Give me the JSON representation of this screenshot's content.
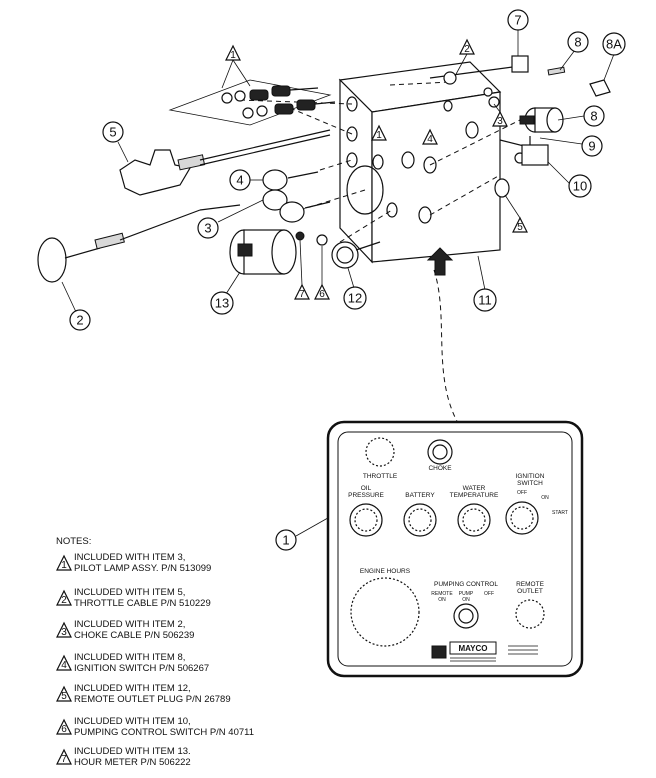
{
  "callouts": [
    "1",
    "2",
    "3",
    "4",
    "5",
    "6",
    "7",
    "8",
    "8A",
    "9",
    "10",
    "11",
    "12",
    "13"
  ],
  "triangle_refs": [
    "1",
    "2",
    "3",
    "4",
    "5",
    "6",
    "7"
  ],
  "panel": {
    "throttle": "THROTTLE",
    "choke": "CHOKE",
    "ignition_switch": [
      "IGNITION",
      "SWITCH"
    ],
    "ign_off": "OFF",
    "ign_on": "ON",
    "ign_start": "START",
    "oil_pressure": [
      "OIL",
      "PRESSURE"
    ],
    "battery": "BATTERY",
    "water_temperature": [
      "WATER",
      "TEMPERATURE"
    ],
    "engine_hours": "ENGINE HOURS",
    "pumping_control": "PUMPING CONTROL",
    "pc_remote": [
      "REMOTE",
      "ON"
    ],
    "pc_pump": [
      "PUMP",
      "ON"
    ],
    "pc_off": "OFF",
    "remote_outlet": [
      "REMOTE",
      "OUTLET"
    ],
    "brand": "MAYCO"
  },
  "notes": {
    "heading": "NOTES:",
    "items": [
      {
        "ref": "1",
        "line1": "INCLUDED WITH ITEM 3,",
        "line2": "PILOT LAMP ASSY. P/N 513099"
      },
      {
        "ref": "2",
        "line1": "INCLUDED WITH ITEM 5,",
        "line2": "THROTTLE CABLE P/N 510229"
      },
      {
        "ref": "3",
        "line1": "INCLUDED WITH ITEM 2,",
        "line2": "CHOKE CABLE P/N 506239"
      },
      {
        "ref": "4",
        "line1": "INCLUDED WITH ITEM 8,",
        "line2": "IGNITION SWITCH P/N 506267"
      },
      {
        "ref": "5",
        "line1": "INCLUDED WITH ITEM 12,",
        "line2": "REMOTE OUTLET PLUG P/N 26789"
      },
      {
        "ref": "6",
        "line1": "INCLUDED WITH ITEM 10,",
        "line2": "PUMPING CONTROL SWITCH P/N 40711"
      },
      {
        "ref": "7",
        "line1": "INCLUDED WITH ITEM 13.",
        "line2": "HOUR METER P/N 506222"
      }
    ]
  }
}
